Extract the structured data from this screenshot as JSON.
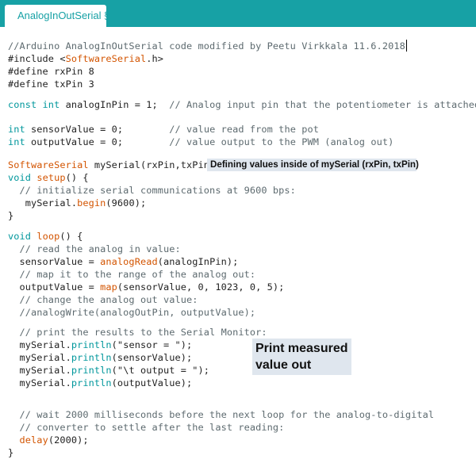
{
  "tab": {
    "label": "AnalogInOutSerial §"
  },
  "code": {
    "l1": "//Arduino AnalogInOutSerial code modified by Peetu Virkkala 11.6.2018",
    "l2a": "#include <",
    "l2b": "SoftwareSerial",
    "l2c": ".h>",
    "l3": "#define rxPin 8",
    "l4": "#define txPin 3",
    "l5a": "const int",
    "l5b": " analogInPin = 1;  ",
    "l5c": "// Analog input pin that the potentiometer is attached to",
    "l6a": "int",
    "l6b": " sensorValue = 0;        ",
    "l6c": "// value read from the pot",
    "l7a": "int",
    "l7b": " outputValue = 0;        ",
    "l7c": "// value output to the PWM (analog out)",
    "l8a": "SoftwareSerial",
    "l8b": " mySerial(rxPin,txPin);",
    "l9a": "void",
    "l9b": " ",
    "l9c": "setup",
    "l9d": "() {",
    "l10": "  // initialize serial communications at 9600 bps:",
    "l11a": "   mySerial.",
    "l11b": "begin",
    "l11c": "(9600);",
    "l12": "}",
    "l13a": "void",
    "l13b": " ",
    "l13c": "loop",
    "l13d": "() {",
    "l14": "  // read the analog in value:",
    "l15a": "  sensorValue = ",
    "l15b": "analogRead",
    "l15c": "(analogInPin);",
    "l16": "  // map it to the range of the analog out:",
    "l17a": "  outputValue = ",
    "l17b": "map",
    "l17c": "(sensorValue, 0, 1023, 0, 5);",
    "l18": "  // change the analog out value:",
    "l19": "  //analogWrite(analogOutPin, outputValue);",
    "l20": "  // print the results to the Serial Monitor:",
    "l21a": "  mySerial.",
    "l21b": "println",
    "l21c": "(\"sensor = \");",
    "l22a": "  mySerial.",
    "l22b": "println",
    "l22c": "(sensorValue);",
    "l23a": "  mySerial.",
    "l23b": "println",
    "l23c": "(\"\\t output = \");",
    "l24a": "  mySerial.",
    "l24b": "println",
    "l24c": "(outputValue);",
    "l25": "  // wait 2000 milliseconds before the next loop for the analog-to-digital",
    "l26": "  // converter to settle after the last reading:",
    "l27a": "  ",
    "l27b": "delay",
    "l27c": "(2000);",
    "l28": "}"
  },
  "annotations": {
    "defining": "Defining values inside of mySerial (rxPin, txPin)",
    "print_line1": "Print measured",
    "print_line2": "value out"
  },
  "colors": {
    "teal": "#17a1a5",
    "keyword": "#00979c",
    "function": "#d35400",
    "comment": "#5d6a6f",
    "annotation_bg": "#dfe6ee"
  }
}
